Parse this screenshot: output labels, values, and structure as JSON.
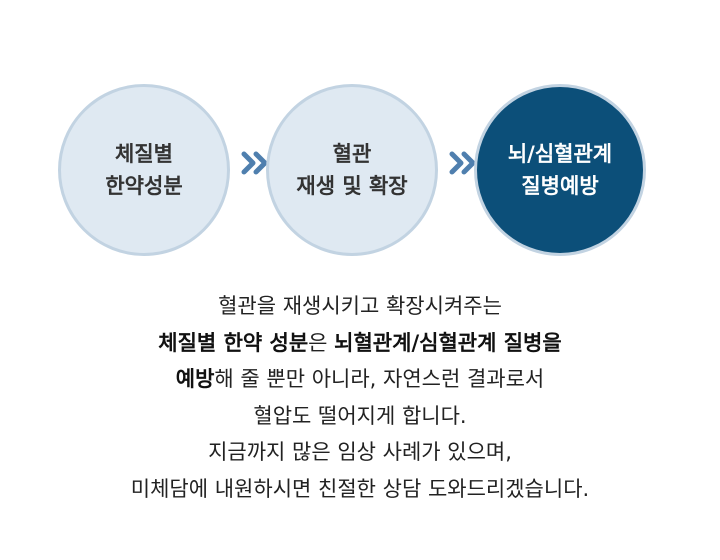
{
  "steps": [
    {
      "line1": "체질별",
      "line2": "한약성분"
    },
    {
      "line1": "혈관",
      "line2": "재생 및 확장"
    },
    {
      "line1": "뇌/심혈관계",
      "line2": "질병예방"
    }
  ],
  "description": {
    "line1": "혈관을 재생시키고 확장시켜주는",
    "line2_bold_a": "체질별 한약 성분",
    "line2_normal": "은 ",
    "line2_bold_b": "뇌혈관계/심혈관계 질병을",
    "line3_bold": "예방",
    "line3_normal": "해 줄 뿐만 아니라, 자연스런 결과로서",
    "line4": "혈압도 떨어지게 합니다.",
    "line5": "지금까지 많은 임상 사례가 있으며,",
    "line6": "미체담에 내원하시면 친절한 상담 도와드리겠습니다."
  },
  "colors": {
    "light_circle": "#dfe9f2",
    "circle_border": "#c2d3e2",
    "dark_circle": "#0c4f79",
    "arrow": "#4f7fae"
  },
  "icons": [
    "double-chevron-right-icon",
    "double-chevron-right-icon"
  ]
}
